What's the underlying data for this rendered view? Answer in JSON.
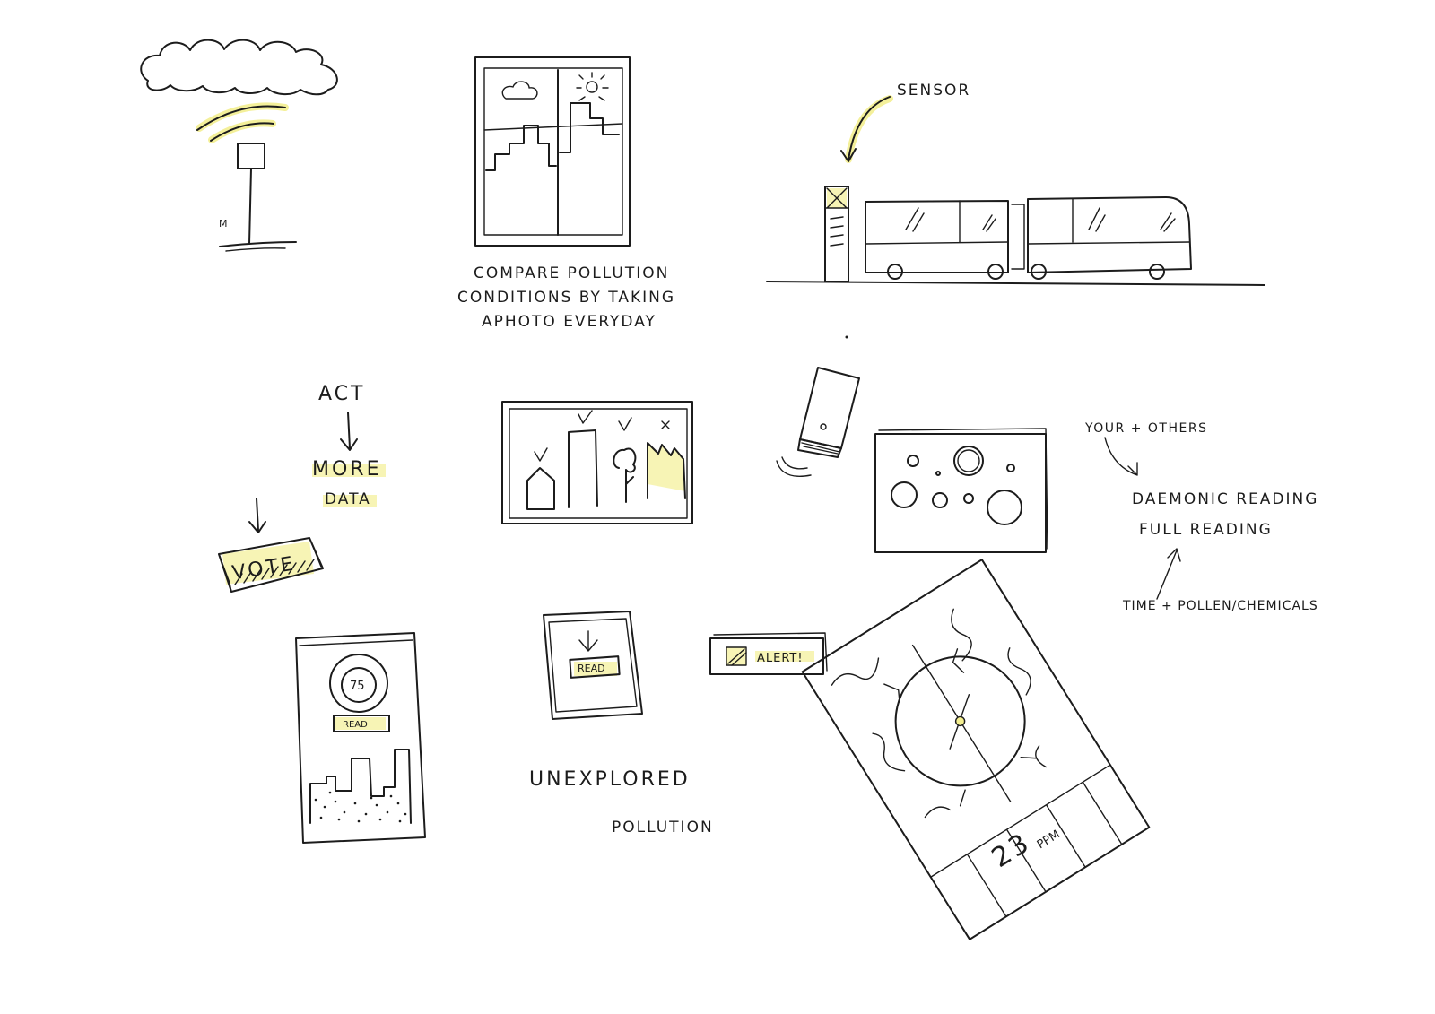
{
  "colors": {
    "ink": "#1c1c1c",
    "highlight": "#f6f2a8",
    "paper": "#ffffff"
  },
  "labels": {
    "sensor": "SENSOR",
    "compare_line1": "COMPARE POLLUTION",
    "compare_line2": "CONDITIONS BY TAKING",
    "compare_line3": "APHOTO EVERYDAY",
    "act": "ACT",
    "more": "MORE",
    "data": "DATA",
    "vote": "VOTE",
    "phone_value": "75",
    "phone_button": "READ",
    "tablet_button": "READ",
    "alert": "ALERT!",
    "unexplored": "UNEXPLORED",
    "pollution": "POLLUTION",
    "yours_others": "YOUR + OTHERS",
    "daemonic": "DAEMONIC READING",
    "full": "FULL READING",
    "time_pollen": "TIME + POLLEN/CHEMICALS",
    "map_value": "23",
    "map_unit": "PPM",
    "map_mark": "M"
  }
}
